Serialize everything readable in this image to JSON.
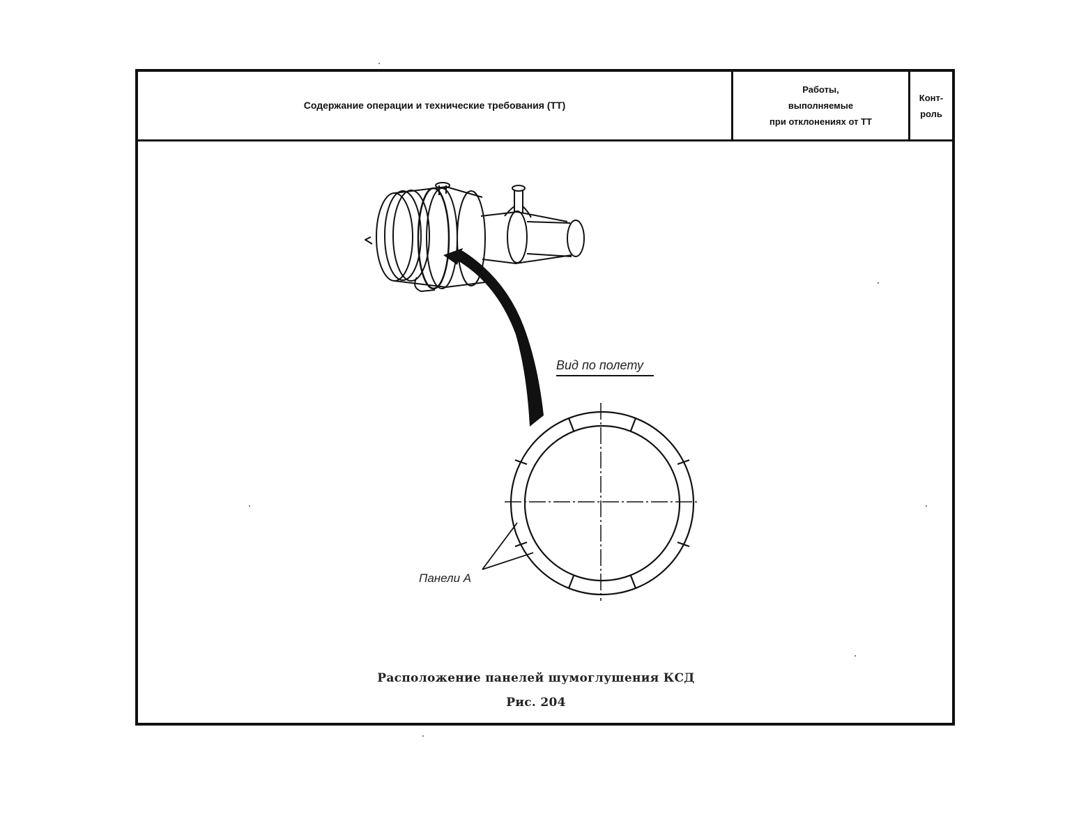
{
  "header": {
    "content_label": "Содержание операции и технические требования (ТТ)",
    "works_label_line1": "Работы,",
    "works_label_line2": "выполняемые",
    "works_label_line3": "при отклонениях от ТТ",
    "control_label_line1": "Конт-",
    "control_label_line2": "роль"
  },
  "figure": {
    "view_label": "Вид по полету",
    "panels_label": "Панели А",
    "caption": "Расположение панелей шумоглушения КСД",
    "number": "Рис. 204"
  }
}
